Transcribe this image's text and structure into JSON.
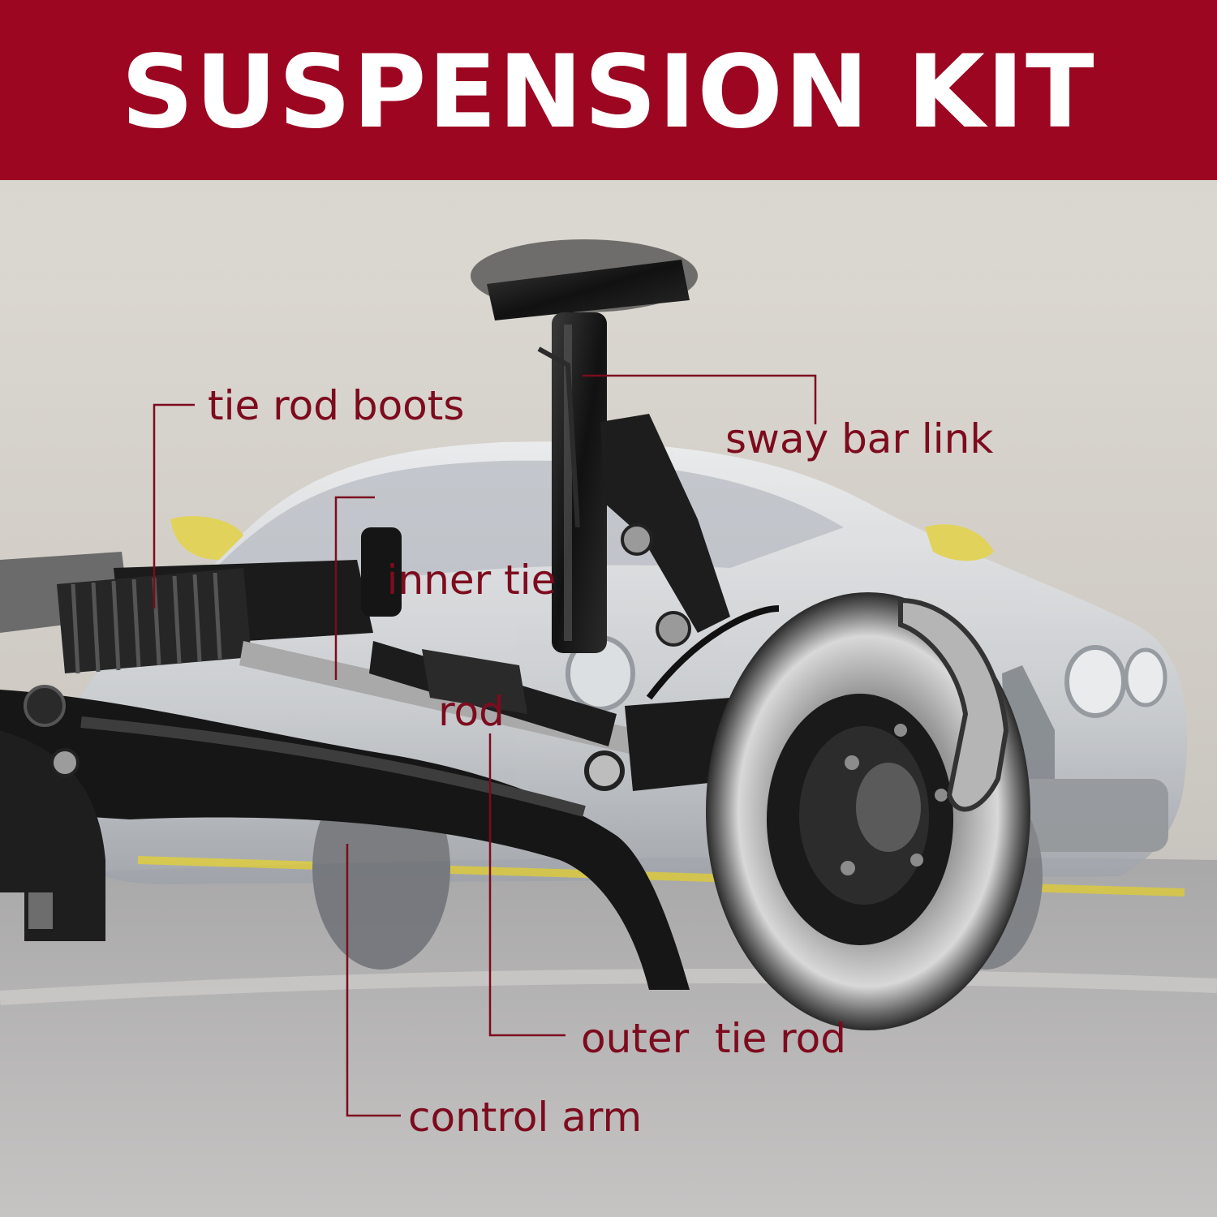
{
  "header": {
    "title": "SUSPENSION KIT",
    "background_color": "#9c0621",
    "title_color": "#ffffff"
  },
  "callouts": {
    "tie_rod_boots": "tie rod boots",
    "inner_tie_rod_line1": "inner tie",
    "inner_tie_rod_line2": "rod",
    "sway_bar_link": "sway bar link",
    "outer_tie_rod": "outer  tie rod",
    "control_arm": "control arm",
    "label_color": "#7d0b1e"
  }
}
